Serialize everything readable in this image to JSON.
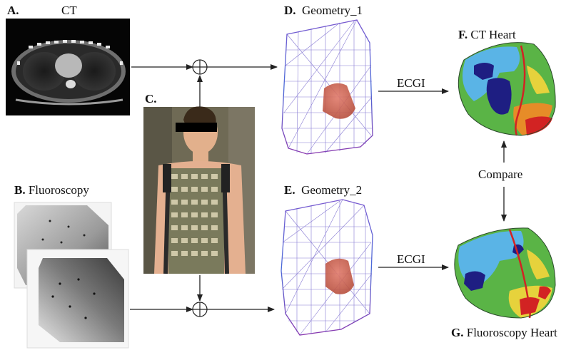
{
  "panels": {
    "A": {
      "letter": "A.",
      "title": "CT"
    },
    "B": {
      "letter": "B.",
      "title": "Fluoroscopy"
    },
    "C": {
      "letter": "C.",
      "title": ""
    },
    "D": {
      "letter": "D.",
      "title": "Geometry_1"
    },
    "E": {
      "letter": "E.",
      "title": "Geometry_2"
    },
    "F": {
      "letter": "F.",
      "title": "CT Heart"
    },
    "G": {
      "letter": "G.",
      "title": "Fluoroscopy Heart"
    }
  },
  "edges": {
    "ecgi_top": "ECGI",
    "ecgi_bottom": "ECGI",
    "compare": "Compare"
  },
  "colors": {
    "arrow": "#222222",
    "heart_light_blue": "#5ab4e6",
    "heart_dark_blue": "#1e1e82",
    "heart_green": "#5ab446",
    "heart_yellow": "#e6d23c",
    "heart_orange": "#e68c28",
    "heart_red": "#d22323",
    "mesh_purple": "#5a3cb4",
    "mesh_patch": "#c8645a"
  }
}
